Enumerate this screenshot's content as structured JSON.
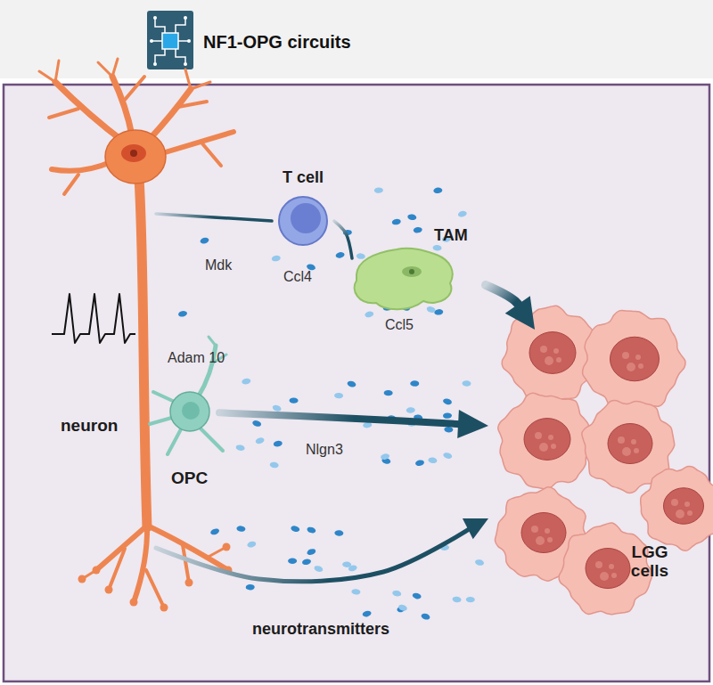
{
  "diagram": {
    "title": "NF1-OPG circuits",
    "nodes": [
      {
        "text": [
          "neuron"
        ]
      },
      {
        "text": [
          "T cell"
        ]
      },
      {
        "text": [
          "TAM"
        ]
      },
      {
        "text": [
          "OPC"
        ]
      },
      {
        "text": [
          "LGG cells"
        ]
      }
    ],
    "edges": [
      {
        "from": 0,
        "to": 1,
        "arrow": "none"
      },
      {
        "from": 1,
        "to": 2,
        "arrow": "none"
      },
      {
        "from": 2,
        "to": 4,
        "arrow": "to"
      },
      {
        "from": 3,
        "to": 4,
        "arrow": "to",
        "label": "Nlgn3"
      },
      {
        "from": 0,
        "to": 4,
        "arrow": "to",
        "label": "neurotransmitters"
      }
    ],
    "labels": [
      "Mdk",
      "Ccl4",
      "Ccl5",
      "Adam 10"
    ]
  }
}
